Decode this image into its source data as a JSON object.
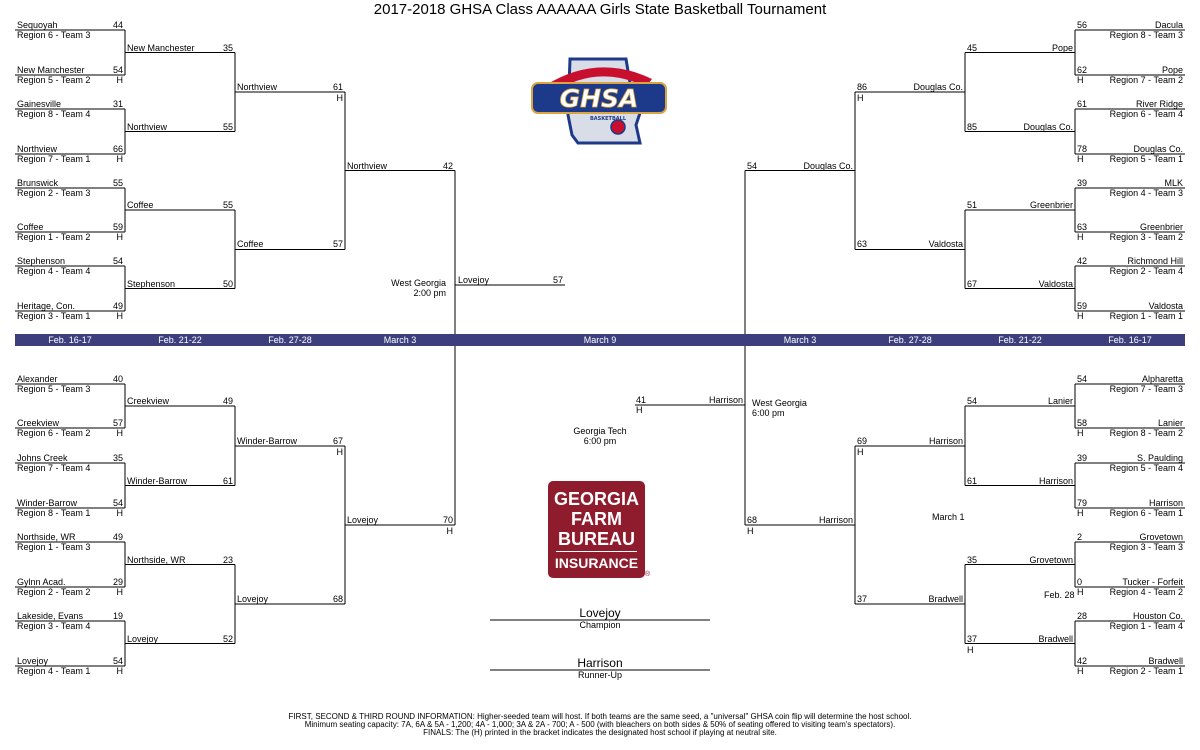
{
  "title": "2017-2018 GHSA Class AAAAAA Girls State Basketball Tournament",
  "colors": {
    "date_bar": "#3d3f7d",
    "gfb_red": "#8e1c2d",
    "ghsa_blue": "#1d3a8a",
    "ghsa_red": "#c8102e",
    "ghsa_gold": "#d9a441"
  },
  "logos": {
    "ghsa": {
      "icon": "ghsa-logo-icon",
      "text": "GHSA",
      "sub": "BASKETBALL"
    },
    "gfb": {
      "icon": "georgia-farm-bureau-logo-icon",
      "lines": [
        "GEORGIA",
        "FARM",
        "BUREAU",
        "INSURANCE"
      ],
      "reg": "®"
    }
  },
  "dates": [
    "Feb. 16-17",
    "Feb. 21-22",
    "Feb. 27-28",
    "March 3",
    "March 9",
    "March 3",
    "Feb. 27-28",
    "Feb. 21-22",
    "Feb. 16-17"
  ],
  "left_top": {
    "r1": [
      {
        "name": "Sequoyah",
        "seed": "Region 6 - Team 3",
        "score": "44",
        "host": ""
      },
      {
        "name": "New Manchester",
        "seed": "Region 5 - Team 2",
        "score": "54",
        "host": "H"
      },
      {
        "name": "Gainesville",
        "seed": "Region 8 - Team 4",
        "score": "31",
        "host": ""
      },
      {
        "name": "Northview",
        "seed": "Region 7 - Team 1",
        "score": "66",
        "host": "H"
      },
      {
        "name": "Brunswick",
        "seed": "Region 2 - Team 3",
        "score": "55",
        "host": ""
      },
      {
        "name": "Coffee",
        "seed": "Region 1 - Team 2",
        "score": "59",
        "host": "H"
      },
      {
        "name": "Stephenson",
        "seed": "Region 4 - Team 4",
        "score": "54",
        "host": ""
      },
      {
        "name": "Heritage, Con.",
        "seed": "Region 3 - Team 1",
        "score": "49",
        "host": "H"
      }
    ],
    "r2": [
      {
        "name": "New Manchester",
        "score": "35",
        "host": ""
      },
      {
        "name": "Northview",
        "score": "55",
        "host": ""
      },
      {
        "name": "Coffee",
        "score": "55",
        "host": ""
      },
      {
        "name": "Stephenson",
        "score": "50",
        "host": ""
      }
    ],
    "r3": [
      {
        "name": "Northview",
        "score": "61",
        "host": "H"
      },
      {
        "name": "Coffee",
        "score": "57",
        "host": ""
      }
    ],
    "r4": {
      "name": "Northview",
      "score": "42",
      "host": ""
    }
  },
  "left_bottom": {
    "r1": [
      {
        "name": "Alexander",
        "seed": "Region 5 - Team 3",
        "score": "40",
        "host": ""
      },
      {
        "name": "Creekview",
        "seed": "Region 6 - Team 2",
        "score": "57",
        "host": "H"
      },
      {
        "name": "Johns Creek",
        "seed": "Region 7 - Team 4",
        "score": "35",
        "host": ""
      },
      {
        "name": "Winder-Barrow",
        "seed": "Region 8 - Team 1",
        "score": "54",
        "host": "H"
      },
      {
        "name": "Northside, WR",
        "seed": "Region 1 - Team 3",
        "score": "49",
        "host": ""
      },
      {
        "name": "Gylnn Acad.",
        "seed": "Region 2 - Team 2",
        "score": "29",
        "host": "H"
      },
      {
        "name": "Lakeside, Evans",
        "seed": "Region 3 - Team 4",
        "score": "19",
        "host": ""
      },
      {
        "name": "Lovejoy",
        "seed": "Region 4 - Team 1",
        "score": "54",
        "host": "H"
      }
    ],
    "r2": [
      {
        "name": "Creekview",
        "score": "49",
        "host": ""
      },
      {
        "name": "Winder-Barrow",
        "score": "61",
        "host": ""
      },
      {
        "name": "Northside, WR",
        "score": "23",
        "host": ""
      },
      {
        "name": "Lovejoy",
        "score": "52",
        "host": ""
      }
    ],
    "r3": [
      {
        "name": "Winder-Barrow",
        "score": "67",
        "host": "H"
      },
      {
        "name": "Lovejoy",
        "score": "68",
        "host": ""
      }
    ],
    "r4": {
      "name": "Lovejoy",
      "score": "70",
      "host": "H"
    }
  },
  "right_top": {
    "r1": [
      {
        "name": "Dacula",
        "seed": "Region 8 - Team 3",
        "score": "56",
        "host": ""
      },
      {
        "name": "Pope",
        "seed": "Region 7 - Team 2",
        "score": "62",
        "host": "H"
      },
      {
        "name": "River Ridge",
        "seed": "Region 6 - Team 4",
        "score": "61",
        "host": ""
      },
      {
        "name": "Douglas Co.",
        "seed": "Region 5 - Team 1",
        "score": "78",
        "host": "H"
      },
      {
        "name": "MLK",
        "seed": "Region 4 - Team 3",
        "score": "39",
        "host": ""
      },
      {
        "name": "Greenbrier",
        "seed": "Region 3 - Team 2",
        "score": "63",
        "host": "H"
      },
      {
        "name": "Richmond Hill",
        "seed": "Region 2 - Team 4",
        "score": "42",
        "host": ""
      },
      {
        "name": "Valdosta",
        "seed": "Region 1 - Team 1",
        "score": "59",
        "host": "H"
      }
    ],
    "r2": [
      {
        "name": "Pope",
        "score": "45",
        "host": ""
      },
      {
        "name": "Douglas Co.",
        "score": "85",
        "host": ""
      },
      {
        "name": "Greenbrier",
        "score": "51",
        "host": ""
      },
      {
        "name": "Valdosta",
        "score": "67",
        "host": ""
      }
    ],
    "r3": [
      {
        "name": "Douglas Co.",
        "score": "86",
        "host": "H"
      },
      {
        "name": "Valdosta",
        "score": "63",
        "host": ""
      }
    ],
    "r4": {
      "name": "Douglas Co.",
      "score": "54",
      "host": ""
    }
  },
  "right_bottom": {
    "r1": [
      {
        "name": "Alpharetta",
        "seed": "Region 7 - Team 3",
        "score": "54",
        "host": ""
      },
      {
        "name": "Lanier",
        "seed": "Region 8 - Team 2",
        "score": "58",
        "host": "H"
      },
      {
        "name": "S. Paulding",
        "seed": "Region 5 - Team 4",
        "score": "39",
        "host": ""
      },
      {
        "name": "Harrison",
        "seed": "Region 6 - Team 1",
        "score": "79",
        "host": "H"
      },
      {
        "name": "Grovetown",
        "seed": "Region 3 - Team 3",
        "score": "2",
        "host": ""
      },
      {
        "name": "Tucker - Forfeit",
        "seed": "Region 4 - Team 2",
        "score": "0",
        "host": "H"
      },
      {
        "name": "Houston Co.",
        "seed": "Region 1 - Team 4",
        "score": "28",
        "host": ""
      },
      {
        "name": "Bradwell",
        "seed": "Region 2 - Team 1",
        "score": "42",
        "host": "H"
      }
    ],
    "r2": [
      {
        "name": "Lanier",
        "score": "54",
        "host": ""
      },
      {
        "name": "Harrison",
        "score": "61",
        "host": ""
      },
      {
        "name": "Grovetown",
        "score": "35",
        "host": ""
      },
      {
        "name": "Bradwell",
        "score": "37",
        "host": "H"
      }
    ],
    "r3": [
      {
        "name": "Harrison",
        "score": "69",
        "host": "H"
      },
      {
        "name": "Bradwell",
        "score": "37",
        "host": ""
      }
    ],
    "r4": {
      "name": "Harrison",
      "score": "68",
      "host": "H"
    }
  },
  "semis": {
    "left": {
      "name": "Lovejoy",
      "score": "57",
      "venue": "West Georgia",
      "time": "2:00 pm"
    },
    "right": {
      "name": "Harrison",
      "score": "41",
      "host": "H",
      "venue": "West Georgia",
      "time": "6:00 pm"
    }
  },
  "final": {
    "venue": "Georgia Tech",
    "time": "6:00 pm",
    "champion": "Lovejoy",
    "champion_label": "Champion",
    "runner_up": "Harrison",
    "runner_up_label": "Runner-Up"
  },
  "notes": {
    "march1": "March 1",
    "feb28": "Feb. 28"
  },
  "footer": [
    "FIRST, SECOND & THIRD ROUND INFORMATION: Higher-seeded team will host. If both teams are the same seed, a \"universal\" GHSA coin flip will determine the host school.",
    "Minimum seating capacity: 7A, 6A & 5A - 1,200; 4A - 1,000; 3A & 2A - 700; A - 500 (with bleachers on both sides & 50% of seating offered to visiting team's spectators).",
    "FINALS: The (H) printed in the bracket indicates the designated host school if playing at neutral site."
  ]
}
